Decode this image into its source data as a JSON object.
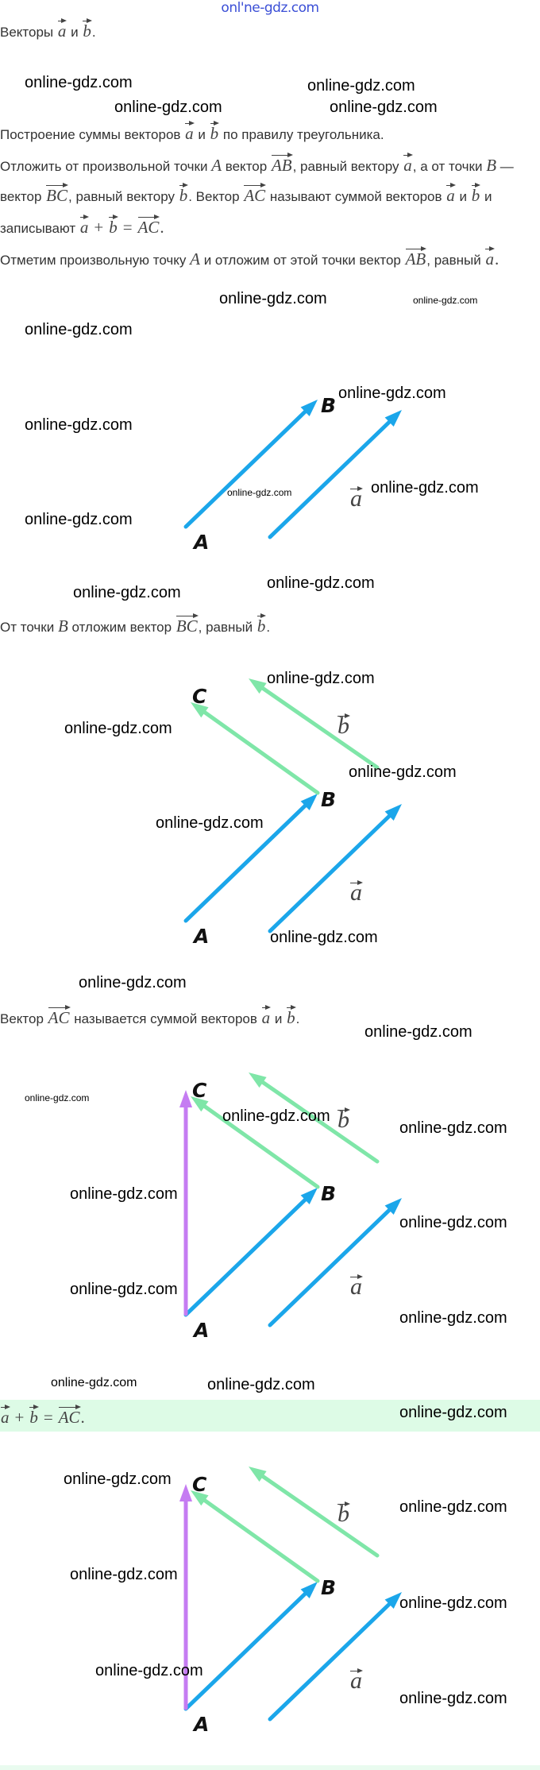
{
  "logo": "onl'ne-gdz.com",
  "intro": {
    "text": "Векторы",
    "a": "a",
    "and": "и",
    "b": "b",
    "dot": "."
  },
  "rule": {
    "p1_start": "Построение суммы векторов",
    "p1_a": "a",
    "p1_and": "и",
    "p1_b": "b",
    "p1_end": "по правилу треугольника.",
    "p2_s1": "Отложить от произвольной точки",
    "p2_A": "A",
    "p2_s2": "вектор",
    "p2_AB": "AB",
    "p2_s3": ", равный вектору",
    "p2_a": "a",
    "p2_s4": ", а от точки",
    "p2_B": "B",
    "p2_s5": "— вектор",
    "p2_BC": "BC",
    "p2_s6": ", равный вектору",
    "p2_b": "b",
    "p2_s7": ". Вектор",
    "p2_AC": "AC",
    "p2_s8": "называют суммой векторов",
    "p2_a2": "a",
    "p2_s9": "и",
    "p2_b2": "b",
    "p2_s10": "и записывают",
    "p2_a3": "a",
    "p2_plus": "+",
    "p2_b3": "b",
    "p2_eq": "=",
    "p2_AC2": "AC",
    "p2_dot": ".",
    "p3_s1": "Отметим произвольную точку",
    "p3_A": "A",
    "p3_s2": "и отложим от этой точки вектор",
    "p3_AB": "AB",
    "p3_s3": ", равный",
    "p3_a": "a",
    "p3_dot": "."
  },
  "step2": {
    "s1": "От точки",
    "B": "B",
    "s2": "отложим вектор",
    "BC": "BC",
    "s3": ", равный",
    "b": "b",
    "dot": "."
  },
  "step3": {
    "s1": "Вектор",
    "AC": "AC",
    "s2": "называется суммой векторов",
    "a": "a",
    "and": "и",
    "b": "b",
    "dot": "."
  },
  "result": {
    "a": "a",
    "plus": "+",
    "b": "b",
    "eq": "=",
    "AC": "AC",
    "dot": "."
  },
  "diagrams": [
    {
      "points": {
        "A": "A",
        "B": "B"
      },
      "vectors": {
        "a": "a"
      },
      "show": [
        "AB",
        "a"
      ]
    },
    {
      "points": {
        "A": "A",
        "B": "B",
        "C": "C"
      },
      "vectors": {
        "a": "a",
        "b": "b"
      },
      "show": [
        "AB",
        "a",
        "BC",
        "b"
      ]
    },
    {
      "points": {
        "A": "A",
        "B": "B",
        "C": "C"
      },
      "vectors": {
        "a": "a",
        "b": "b"
      },
      "show": [
        "AB",
        "a",
        "BC",
        "b",
        "AC"
      ]
    },
    {
      "points": {
        "A": "A",
        "B": "B",
        "C": "C"
      },
      "vectors": {
        "a": "a",
        "b": "b"
      },
      "show": [
        "AB",
        "a",
        "BC",
        "b",
        "AC"
      ]
    }
  ],
  "colors": {
    "ab": "#1ba6ea",
    "bc": "#7fe6a8",
    "ac": "#c57cf2",
    "result_bg": "#ddfbe6",
    "logo": "#3b4fd6"
  },
  "watermarks": [
    "online-gdz.com",
    "online-gdz.com",
    "online-gdz.com",
    "online-gdz.com",
    "online-gdz.com",
    "online-gdz.com",
    "online-gdz.com",
    "online-gdz.com",
    "online-gdz.com",
    "online-gdz.com",
    "online-gdz.com",
    "online-gdz.com",
    "online-gdz.com",
    "online-gdz.com",
    "online-gdz.com",
    "online-gdz.com",
    "online-gdz.com",
    "online-gdz.com",
    "online-gdz.com",
    "online-gdz.com",
    "online-gdz.com",
    "online-gdz.com",
    "online-gdz.com",
    "online-gdz.com",
    "online-gdz.com",
    "online-gdz.com",
    "online-gdz.com",
    "online-gdz.com",
    "online-gdz.com",
    "online-gdz.com",
    "online-gdz.com",
    "online-gdz.com",
    "online-gdz.com",
    "online-gdz.com",
    "online-gdz.com",
    "online-gdz.com",
    "online-gdz.com"
  ]
}
